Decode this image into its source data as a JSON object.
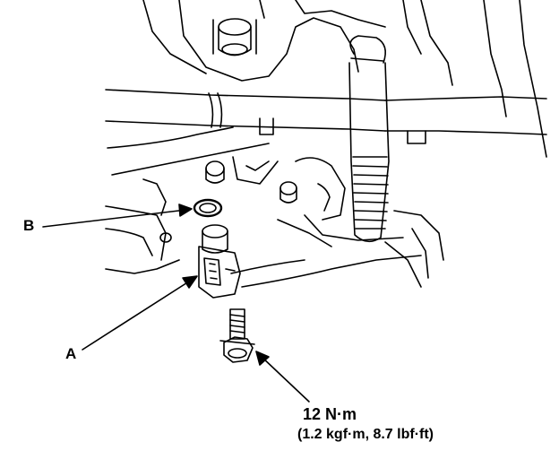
{
  "callouts": {
    "a": "A",
    "b": "B"
  },
  "torque": {
    "primary": "12 N·m",
    "secondary": "(1.2 kgf·m, 8.7 lbf·ft)"
  },
  "colors": {
    "ink": "#000000",
    "background": "#ffffff"
  }
}
